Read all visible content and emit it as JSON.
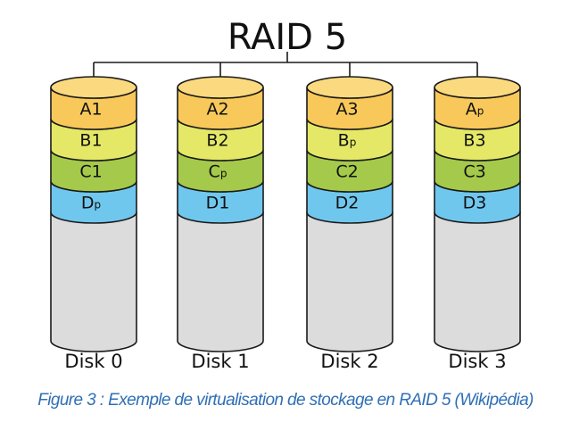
{
  "title": "RAID 5",
  "colors": {
    "A": "#f8c95a",
    "A_top": "#fbd97f",
    "B": "#e4e866",
    "C": "#a5c94a",
    "D": "#6fc7ee",
    "empty": "#dcdcdc",
    "empty_dark": "#cfcfcf",
    "outline": "#1a1a1a"
  },
  "disks": [
    {
      "name": "Disk 0",
      "blocks": [
        {
          "main": "A",
          "sub": "1",
          "row": "A"
        },
        {
          "main": "B",
          "sub": "1",
          "row": "B"
        },
        {
          "main": "C",
          "sub": "1",
          "row": "C"
        },
        {
          "main": "D",
          "sub": "p",
          "row": "D",
          "parity": true
        }
      ]
    },
    {
      "name": "Disk 1",
      "blocks": [
        {
          "main": "A",
          "sub": "2",
          "row": "A"
        },
        {
          "main": "B",
          "sub": "2",
          "row": "B"
        },
        {
          "main": "C",
          "sub": "p",
          "row": "C",
          "parity": true
        },
        {
          "main": "D",
          "sub": "1",
          "row": "D"
        }
      ]
    },
    {
      "name": "Disk 2",
      "blocks": [
        {
          "main": "A",
          "sub": "3",
          "row": "A"
        },
        {
          "main": "B",
          "sub": "p",
          "row": "B",
          "parity": true
        },
        {
          "main": "C",
          "sub": "2",
          "row": "C"
        },
        {
          "main": "D",
          "sub": "2",
          "row": "D"
        }
      ]
    },
    {
      "name": "Disk 3",
      "blocks": [
        {
          "main": "A",
          "sub": "p",
          "row": "A",
          "parity": true
        },
        {
          "main": "B",
          "sub": "3",
          "row": "B"
        },
        {
          "main": "C",
          "sub": "3",
          "row": "C"
        },
        {
          "main": "D",
          "sub": "3",
          "row": "D"
        }
      ]
    }
  ],
  "caption": "Figure 3 : Exemple de virtualisation de stockage en RAID 5 (Wikipédia)"
}
